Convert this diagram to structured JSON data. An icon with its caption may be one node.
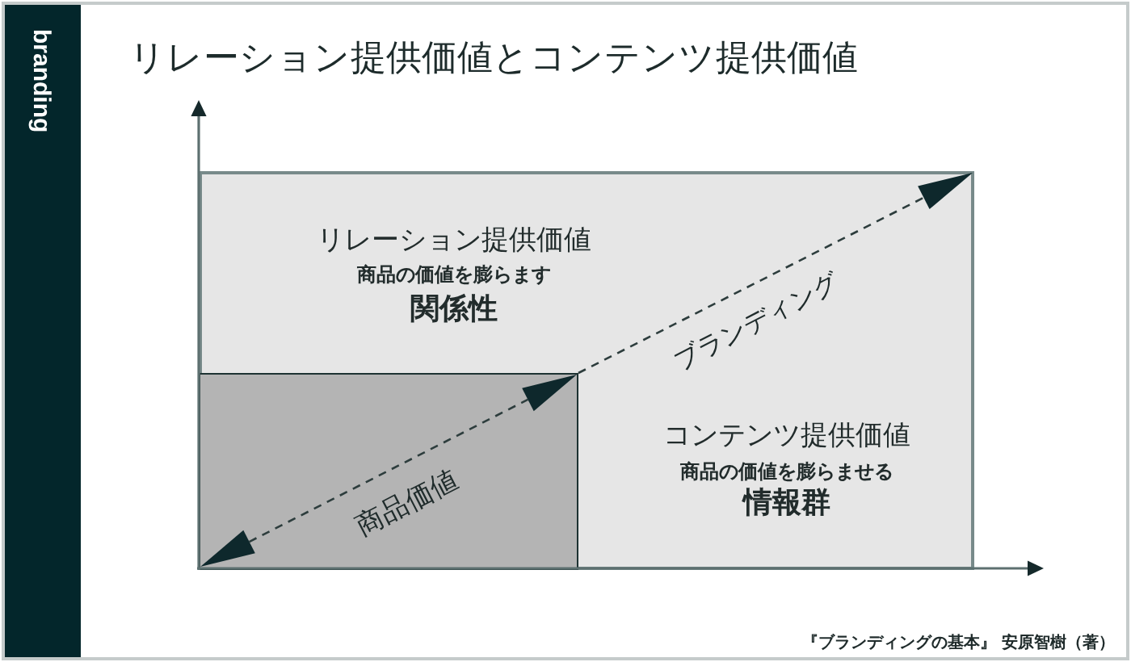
{
  "diagram": {
    "title": "リレーション提供価値とコンテンツ提供価値",
    "nodes": [
      {
        "text": [
          "branding"
        ]
      },
      {
        "text": [
          "リレーション提供価値",
          "商品の価値を膨らます",
          "関係性",
          "コンテンツ提供価値",
          "商品の価値を膨らませる",
          "情報群"
        ]
      },
      {
        "text": [],
        "shape": "box",
        "in": 1
      }
    ],
    "labels": [
      "ブランディング",
      "商品価値",
      "『ブランディングの基本』 安原智樹（著）"
    ]
  }
}
